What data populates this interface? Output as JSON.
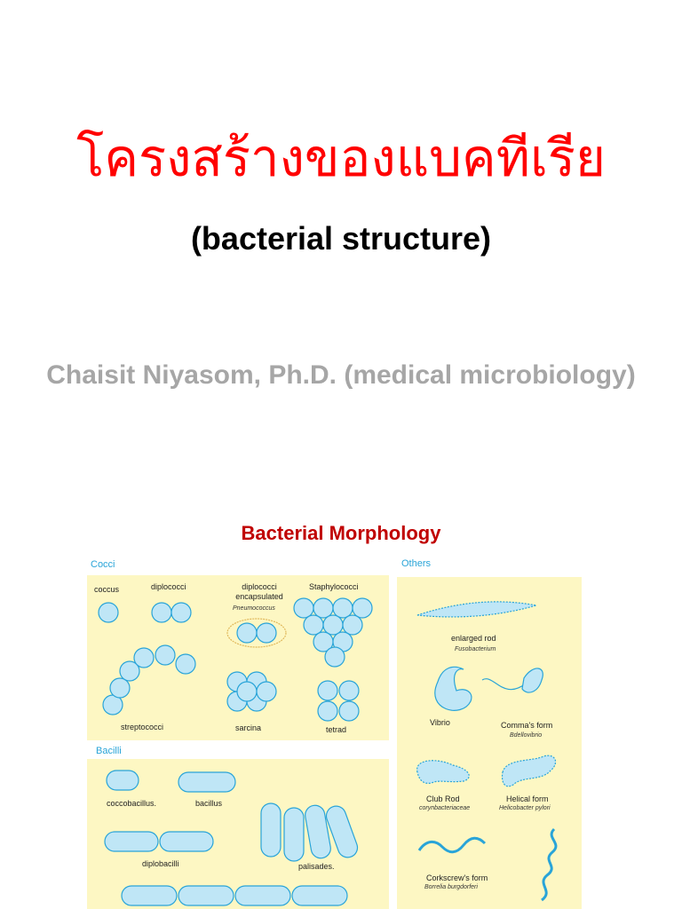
{
  "slide": {
    "title_thai": "โครงสร้างของแบคทีเรีย",
    "title_english": "(bacterial structure)",
    "author": "Chaisit Niyasom, Ph.D. (medical microbiology)"
  },
  "figure": {
    "title": "Bacterial Morphology",
    "sections": {
      "cocci": "Cocci",
      "bacilli": "Bacilli",
      "others": "Others"
    },
    "cocci_labels": {
      "coccus": "coccus",
      "diplococci": "diplococci",
      "diplococci_encapsulated": "diplococci encapsulated",
      "pneumococcus": "Pneumococcus",
      "staphylococci": "Staphylococci",
      "streptococci": "streptococci",
      "sarcina": "sarcina",
      "tetrad": "tetrad"
    },
    "bacilli_labels": {
      "coccobacillus": "coccobacillus.",
      "bacillus": "bacillus",
      "diplobacilli": "diplobacilli",
      "palisades": "palisades."
    },
    "others_labels": {
      "enlarged_rod": "enlarged rod",
      "fusobacterium": "Fusobacterium",
      "vibrio": "Vibrio",
      "commas_form": "Comma's form",
      "bdellovibrio": "Bdellovibrio",
      "club_rod": "Club Rod",
      "corynbacteriaceae": "corynbacteriaceae",
      "helical_form": "Helical form",
      "helicobacter_pylori": "Helicobacter pylori",
      "corkscrews_form": "Corkscrew's form",
      "borrelia_burgdorferi": "Borrelia burgdorferi"
    },
    "colors": {
      "cell_fill": "#bfe6f6",
      "cell_stroke": "#29a4d8",
      "panel_fill": "#fdf7c3",
      "figure_title": "#c00000",
      "thai_title": "#ff0000"
    }
  }
}
